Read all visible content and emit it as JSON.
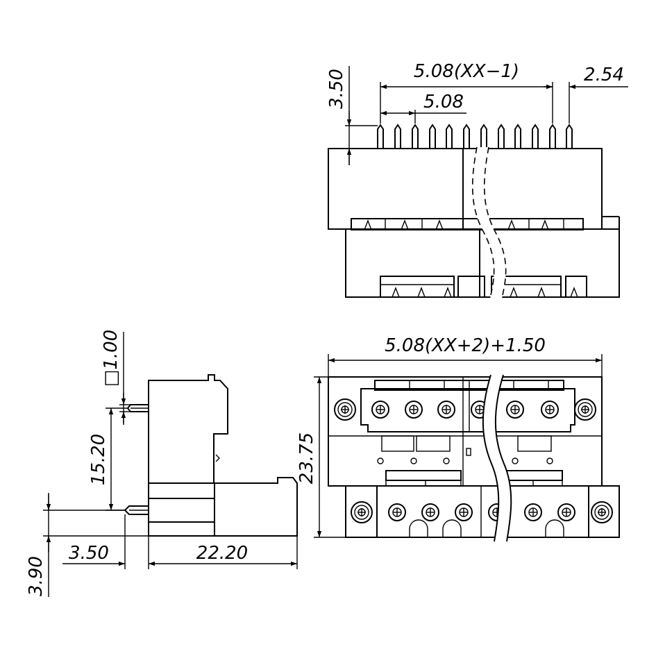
{
  "dimensions": {
    "top_pitch_total": "5.08(XX−1)",
    "top_edge_offset": "2.54",
    "top_pin_height": "3.50",
    "top_pitch": "5.08",
    "front_width": "5.08(XX+2)+1.50",
    "front_height": "23.75",
    "side_pin_square": "□1.00",
    "side_pin_spacing": "15.20",
    "side_pin_offset": "3.50",
    "side_body_depth": "22.20",
    "side_pin_below": "3.90"
  },
  "colors": {
    "line": "#000000",
    "background": "#ffffff"
  }
}
